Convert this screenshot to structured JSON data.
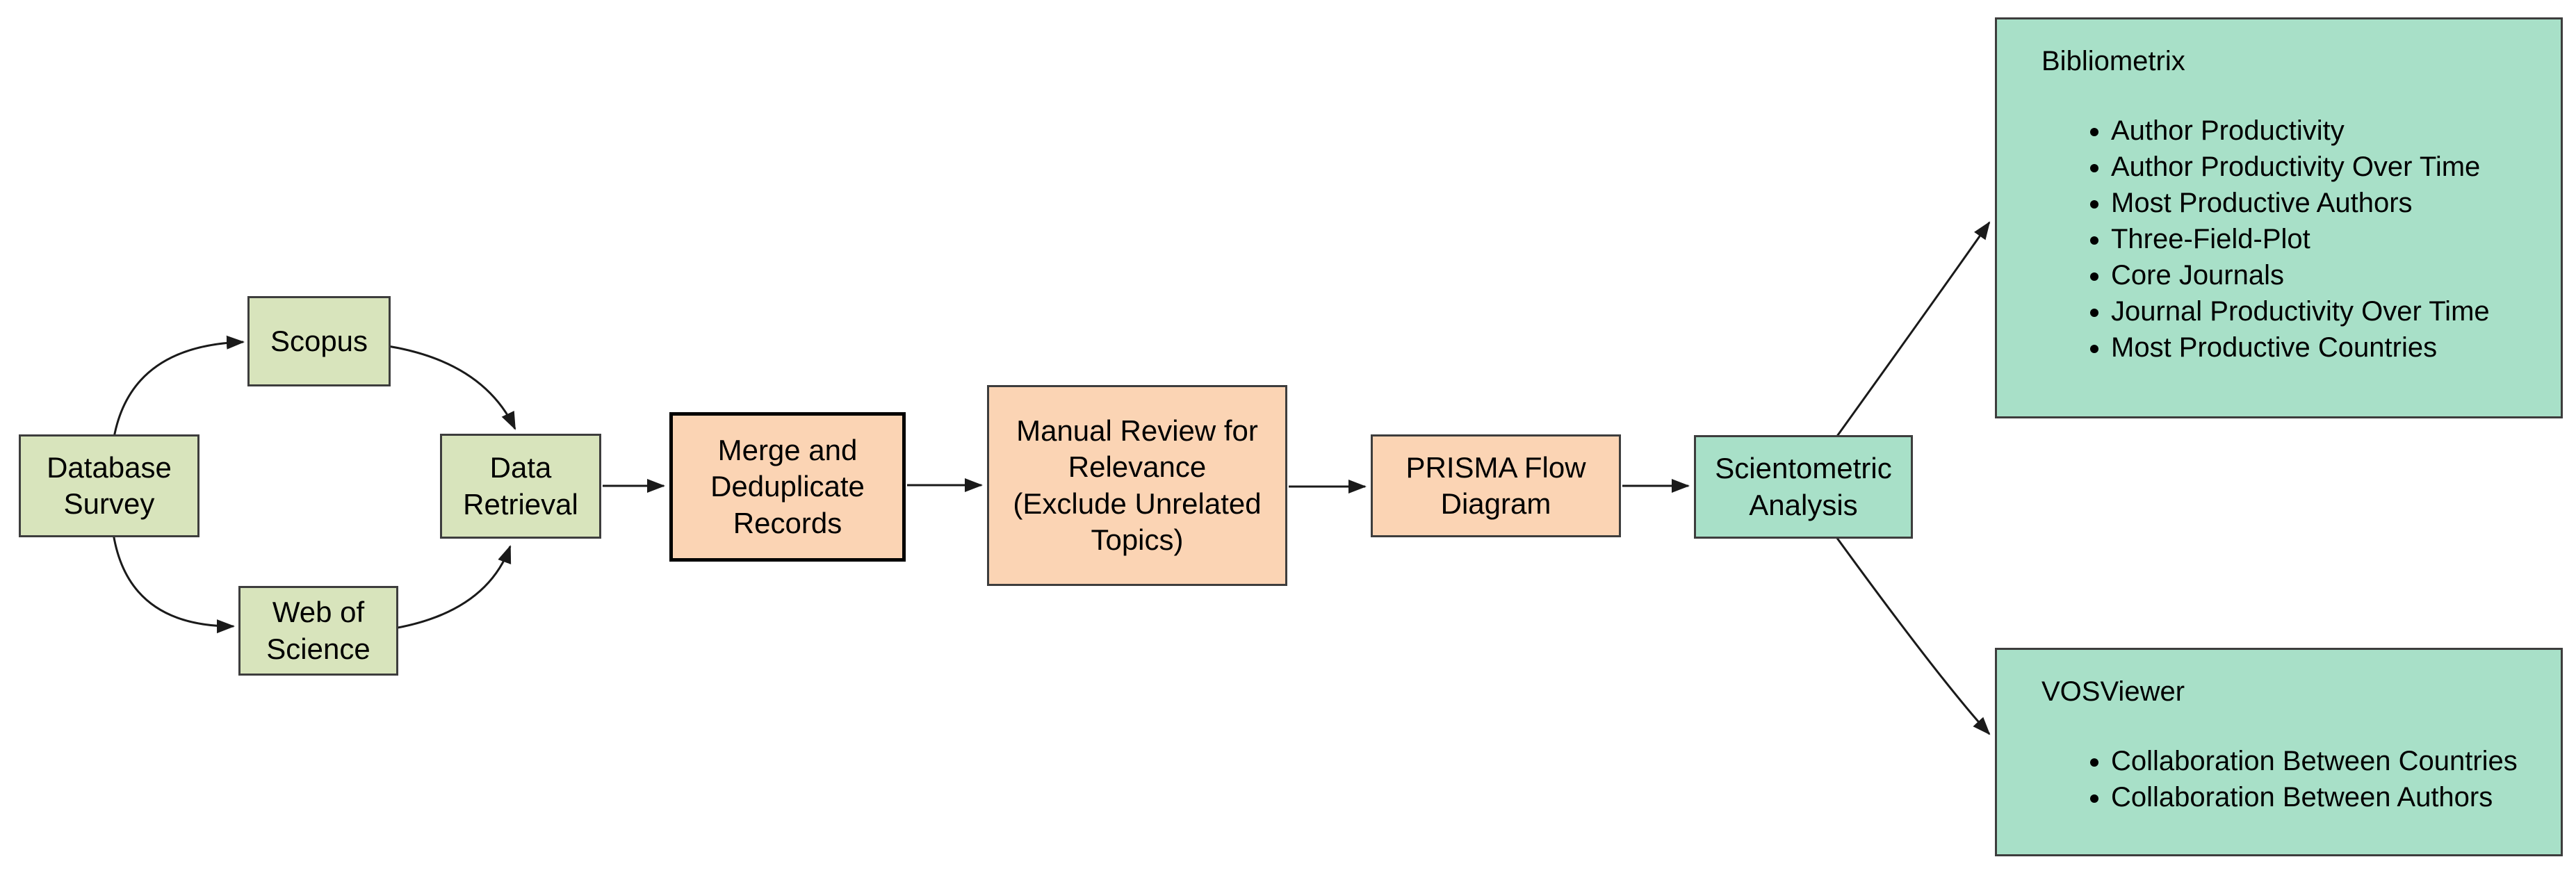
{
  "colors": {
    "bg": "#ffffff",
    "green": "#d8e4bc",
    "peach": "#fbd4b4",
    "mint": "#a8e0c8",
    "border": "#3d3d3d",
    "border-strong": "#000000",
    "line": "#1a1a1a",
    "text": "#000000"
  },
  "nodes": {
    "database_survey": {
      "label": "Database\nSurvey"
    },
    "scopus": {
      "label": "Scopus"
    },
    "web_of_science": {
      "label": "Web of\nScience"
    },
    "data_retrieval": {
      "label": "Data\nRetrieval"
    },
    "merge_dedupe": {
      "label": "Merge and\nDeduplicate\nRecords"
    },
    "manual_review": {
      "label": "Manual Review for\nRelevance\n(Exclude Unrelated\nTopics)"
    },
    "prisma": {
      "label": "PRISMA Flow\nDiagram"
    },
    "scientometric": {
      "label": "Scientometric\nAnalysis"
    }
  },
  "panels": {
    "bibliometrix": {
      "title": "Bibliometrix",
      "items": [
        "Author Productivity",
        "Author Productivity Over Time",
        "Most Productive Authors",
        "Three-Field-Plot",
        "Core Journals",
        "Journal Productivity Over Time",
        "Most Productive Countries"
      ]
    },
    "vosviewer": {
      "title": "VOSViewer",
      "items": [
        "Collaboration Between Countries",
        "Collaboration Between Authors"
      ]
    }
  }
}
